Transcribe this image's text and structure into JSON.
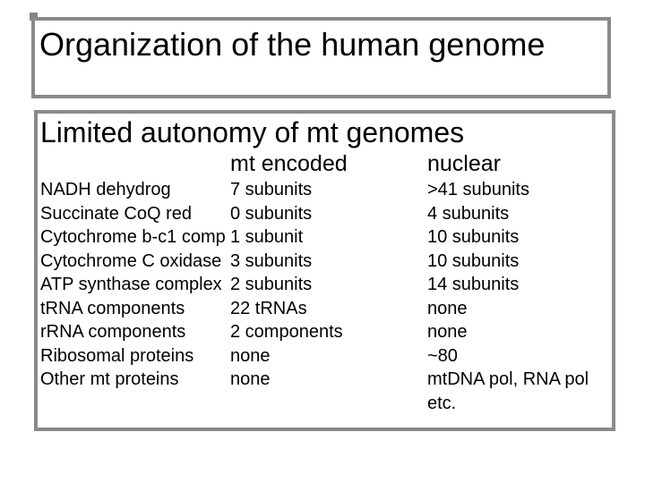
{
  "slide": {
    "title": "Organization of the human genome",
    "subtitle": "Limited autonomy of mt genomes"
  },
  "colors": {
    "background": "#ffffff",
    "text": "#000000",
    "box_border": "#8a8a8a",
    "corner_square": "#848484"
  },
  "table": {
    "col_headers": [
      "",
      "mt encoded",
      "nuclear"
    ],
    "rows": [
      {
        "component": "NADH dehydrog",
        "mt_encoded": "7 subunits",
        "nuclear": ">41 subunits"
      },
      {
        "component": "Succinate CoQ red",
        "mt_encoded": "0 subunits",
        "nuclear": "4 subunits"
      },
      {
        "component": "Cytochrome b-c1 comp",
        "mt_encoded": "1 subunit",
        "nuclear": "10 subunits"
      },
      {
        "component": "Cytochrome C oxidase",
        "mt_encoded": "3 subunits",
        "nuclear": "10 subunits"
      },
      {
        "component": "ATP synthase complex",
        "mt_encoded": "2 subunits",
        "nuclear": "14 subunits"
      },
      {
        "component": "tRNA components",
        "mt_encoded": "22 tRNAs",
        "nuclear": "none"
      },
      {
        "component": "rRNA components",
        "mt_encoded": "2 components",
        "nuclear": "none"
      },
      {
        "component": "Ribosomal proteins",
        "mt_encoded": "none",
        "nuclear": "~80"
      },
      {
        "component": "Other mt proteins",
        "mt_encoded": "none",
        "nuclear": "mtDNA pol, RNA pol\netc."
      }
    ]
  }
}
